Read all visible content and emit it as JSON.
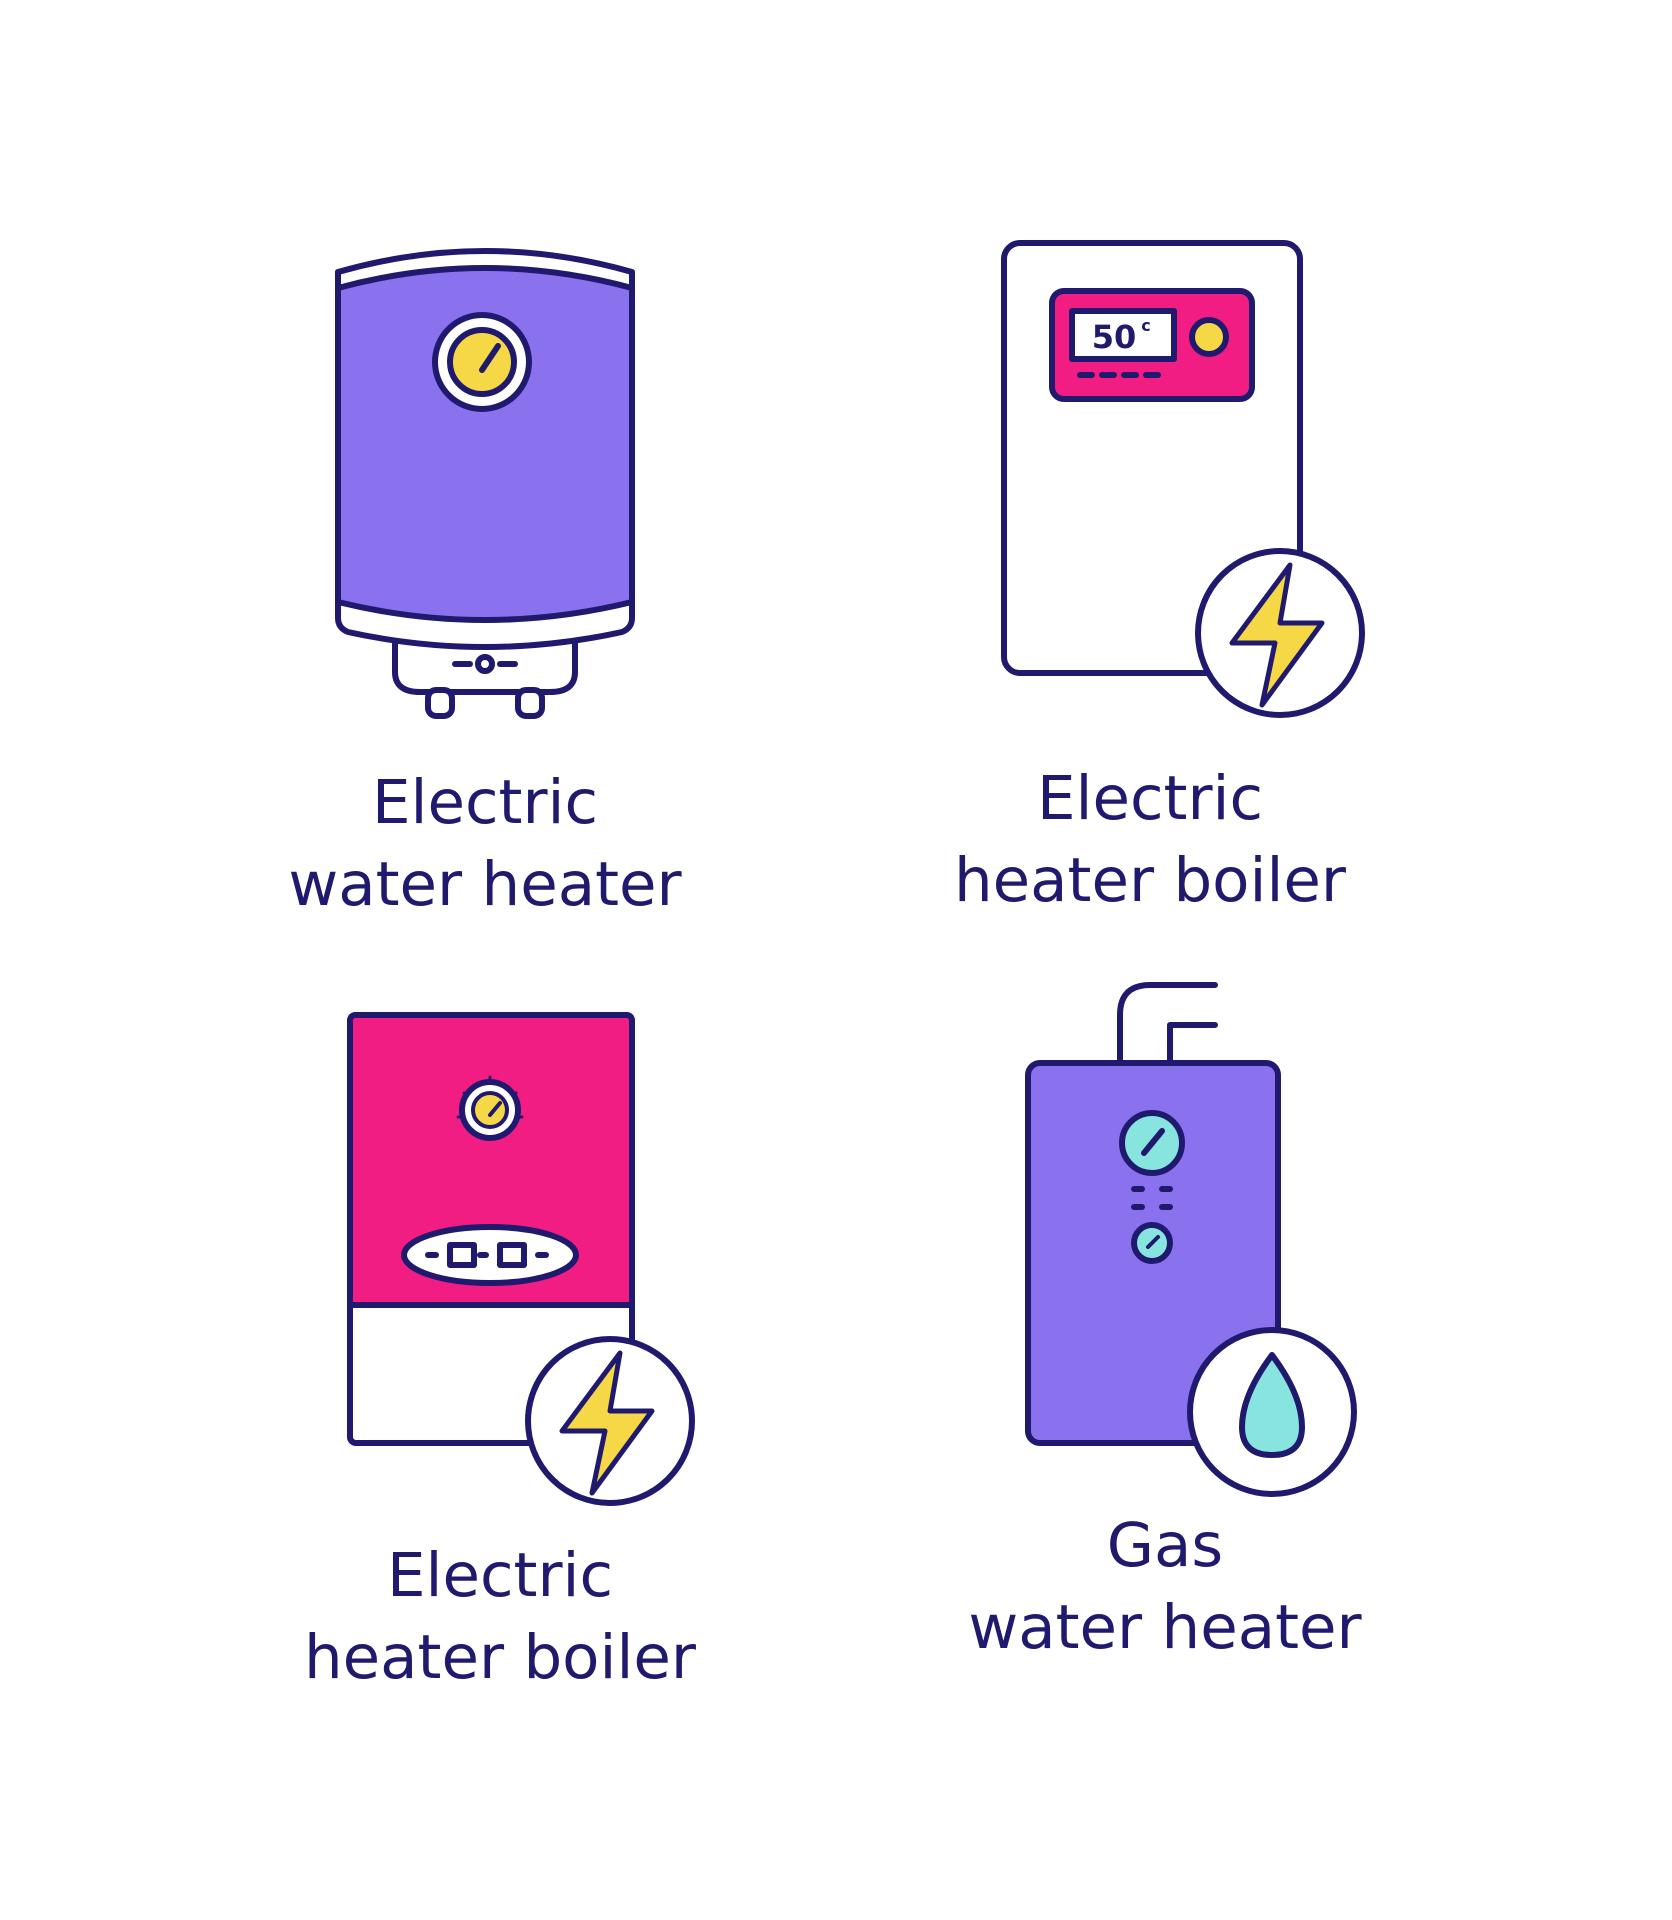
{
  "colors": {
    "outline": "#1f1a6e",
    "purple": "#8a72ee",
    "pink": "#f21d83",
    "yellow": "#f6d745",
    "aqua": "#88e4df",
    "white": "#ffffff"
  },
  "items": [
    {
      "icon": "electric-water-heater-icon",
      "caption_line1": "Electric",
      "caption_line2": "water heater"
    },
    {
      "icon": "electric-boiler-thermostat-icon",
      "display_value": "50",
      "display_unit": "c",
      "caption_line1": "Electric",
      "caption_line2": "heater boiler"
    },
    {
      "icon": "electric-boiler-icon",
      "caption_line1": "Electric",
      "caption_line2": "heater boiler"
    },
    {
      "icon": "gas-water-heater-icon",
      "caption_line1": "Gas",
      "caption_line2": "water heater"
    }
  ]
}
